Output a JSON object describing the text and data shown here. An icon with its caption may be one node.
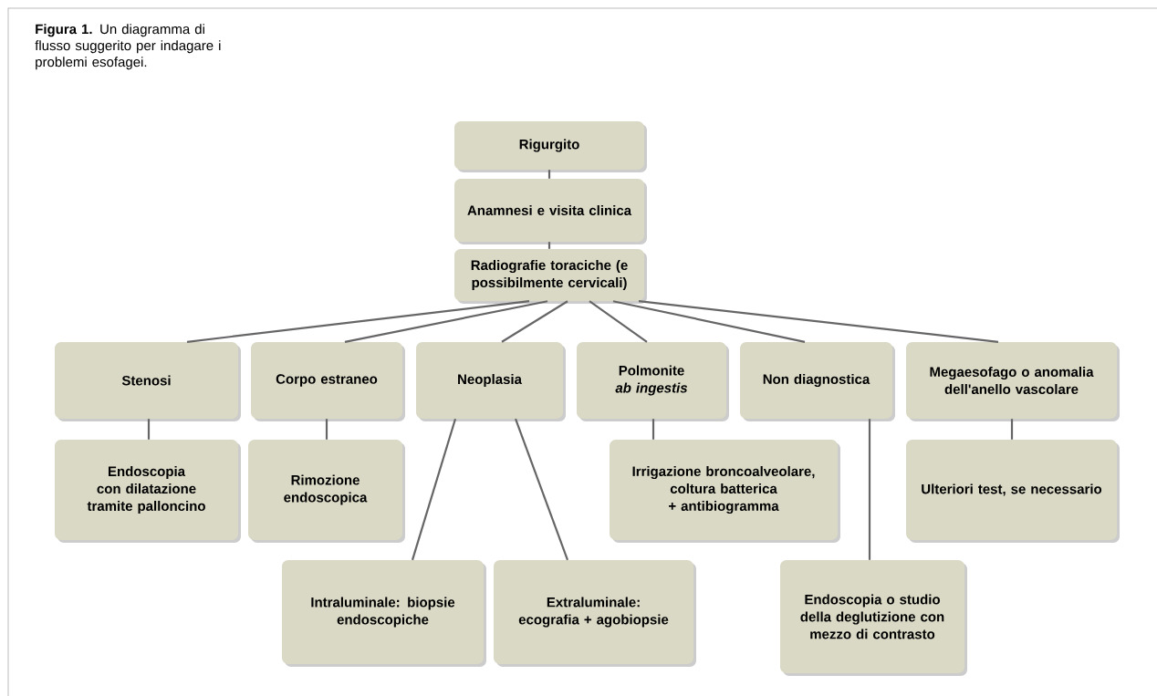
{
  "diagram": {
    "caption": "**Figura 1.** Un diagramma di flusso suggerito per indagare i problemi esofagei.",
    "nodes": [
      {
        "text": [
          "Rigurgito"
        ]
      },
      {
        "text": [
          "Anamnesi e visita clinica"
        ]
      },
      {
        "text": [
          "Radiografie toraciche (e possibilmente cervicali)"
        ]
      },
      {
        "text": [
          "Stenosi"
        ]
      },
      {
        "text": [
          "Corpo estraneo"
        ]
      },
      {
        "text": [
          "Neoplasia"
        ]
      },
      {
        "text": [
          "Polmonite *ab ingestis*"
        ]
      },
      {
        "text": [
          "Non diagnostica"
        ]
      },
      {
        "text": [
          "Megaesofago o anomalia dell'anello vascolare"
        ]
      },
      {
        "text": [
          "Endoscopia con dilatazione tramite palloncino"
        ]
      },
      {
        "text": [
          "Rimozione endoscopica"
        ]
      },
      {
        "text": [
          "Irrigazione broncoalveolare, coltura batterica + antibiogramma"
        ]
      },
      {
        "text": [
          "Ulteriori test, se necessario"
        ]
      },
      {
        "text": [
          "Intraluminale: biopsie endoscopiche"
        ]
      },
      {
        "text": [
          "Extraluminale: ecografia + agobiopsie"
        ]
      },
      {
        "text": [
          "Endoscopia o studio della deglutizione con mezzo di contrasto"
        ]
      }
    ],
    "edges": [
      {
        "from": 0,
        "to": 1,
        "arrow": "none"
      },
      {
        "from": 1,
        "to": 2,
        "arrow": "none"
      },
      {
        "from": 2,
        "to": 3,
        "arrow": "none"
      },
      {
        "from": 2,
        "to": 4,
        "arrow": "none"
      },
      {
        "from": 2,
        "to": 5,
        "arrow": "none"
      },
      {
        "from": 2,
        "to": 6,
        "arrow": "none"
      },
      {
        "from": 2,
        "to": 7,
        "arrow": "none"
      },
      {
        "from": 2,
        "to": 8,
        "arrow": "none"
      },
      {
        "from": 3,
        "to": 9,
        "arrow": "none"
      },
      {
        "from": 4,
        "to": 10,
        "arrow": "none"
      },
      {
        "from": 5,
        "to": 13,
        "arrow": "none"
      },
      {
        "from": 5,
        "to": 14,
        "arrow": "none"
      },
      {
        "from": 6,
        "to": 11,
        "arrow": "none"
      },
      {
        "from": 7,
        "to": 15,
        "arrow": "none"
      },
      {
        "from": 8,
        "to": 12,
        "arrow": "none"
      }
    ]
  }
}
